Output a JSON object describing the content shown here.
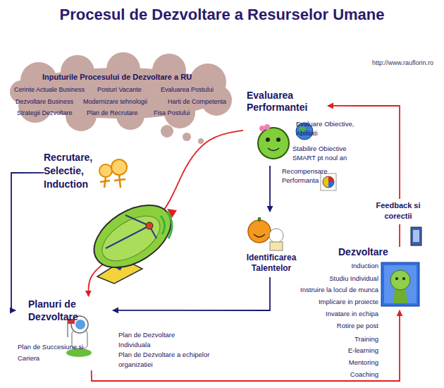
{
  "diagram": {
    "title": "Procesul de Dezvoltare a Resurselor Umane",
    "nodes": [
      {
        "text": [
          "Inputurile Procesului de Dezvoltare a RU",
          "Cerinte Actuale Business",
          "Posturi Vacante",
          "Evaluarea Postului",
          "Dezvoltare Business",
          "Modernizare tehnologii",
          "Harti de Competenta",
          "Strategii Dezvoltare",
          "Plan de Recrutare",
          "Fisa Postului"
        ]
      },
      {
        "text": [
          "Evaluarea Performantei",
          "Evaluare Obiective, Abilitati",
          "Stabilire Obiective SMART pt noul an",
          "Recompensare Performanta"
        ]
      },
      {
        "text": [
          "Recrutare, Selectie, Induction"
        ]
      },
      {
        "text": [
          "Identificarea Talentelor"
        ]
      },
      {
        "text": [
          "Planuri de Dezvoltare",
          "Plan de Dezvoltare Individuala",
          "Plan de Succesiune si Cariera",
          "Plan de Dezvoltare a echipelor organizatiei"
        ]
      },
      {
        "text": [
          "Dezvoltare",
          "Induction",
          "Studiu Individual",
          "Instruire la locul de munca",
          "Implicare in proiecte",
          "Invatare in echipa",
          "Rotire pe post",
          "Training",
          "E-learning",
          "Mentoring",
          "Coaching"
        ]
      },
      {
        "text": [
          "Feedback si corectii"
        ]
      }
    ],
    "edges": [
      {
        "from": 2,
        "to": 4,
        "arrow": "to"
      },
      {
        "from": 1,
        "to": 4,
        "arrow": "to"
      },
      {
        "from": 1,
        "to": 3,
        "arrow": "to"
      },
      {
        "from": 3,
        "to": 4,
        "arrow": "to"
      },
      {
        "from": 4,
        "to": 5,
        "arrow": "to"
      },
      {
        "from": 5,
        "to": 6,
        "arrow": "none"
      },
      {
        "from": 6,
        "to": 1,
        "arrow": "to"
      }
    ],
    "labels": [
      "http://www.rauflorin.ro"
    ]
  }
}
